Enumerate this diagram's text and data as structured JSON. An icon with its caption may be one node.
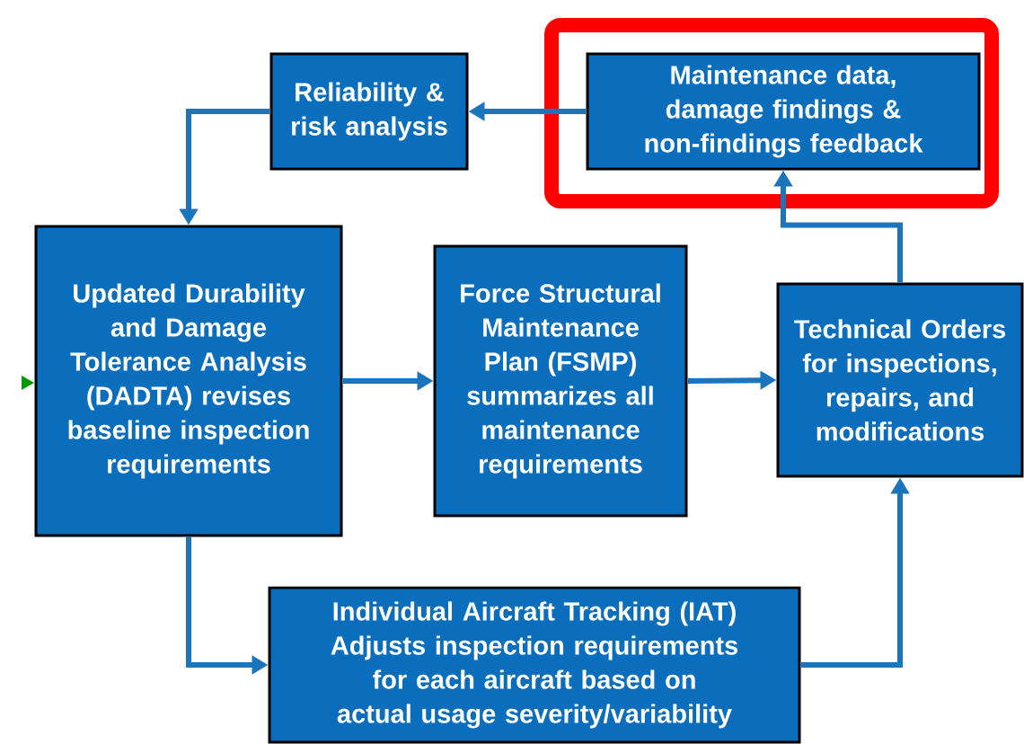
{
  "diagram": {
    "nodes": [
      {
        "text": [
          "Reliability & risk analysis"
        ]
      },
      {
        "text": [],
        "shape": "box"
      },
      {
        "text": [
          "Maintenance data, damage findings & non-findings feedback"
        ],
        "in": 1
      },
      {
        "text": [
          "Updated Durability and Damage Tolerance Analysis (DADTA) revises baseline inspection requirements"
        ]
      },
      {
        "text": [
          "Force Structural Maintenance Plan (FSMP) summarizes all maintenance requirements"
        ]
      },
      {
        "text": [
          "Technical Orders for inspections, repairs, and modifications"
        ]
      },
      {
        "text": [
          "Individual Aircraft Tracking (IAT) Adjusts inspection requirements for each aircraft based on actual usage severity/variability"
        ]
      }
    ],
    "edges": [
      {
        "from": 2,
        "to": 0,
        "arrow": "to"
      },
      {
        "from": 0,
        "to": 3,
        "arrow": "to"
      },
      {
        "from": 3,
        "to": 4,
        "arrow": "to"
      },
      {
        "from": 4,
        "to": 5,
        "arrow": "to"
      },
      {
        "from": 5,
        "to": 2,
        "arrow": "to"
      },
      {
        "from": 3,
        "to": 6,
        "arrow": "to"
      },
      {
        "from": 6,
        "to": 5,
        "arrow": "to"
      }
    ]
  }
}
